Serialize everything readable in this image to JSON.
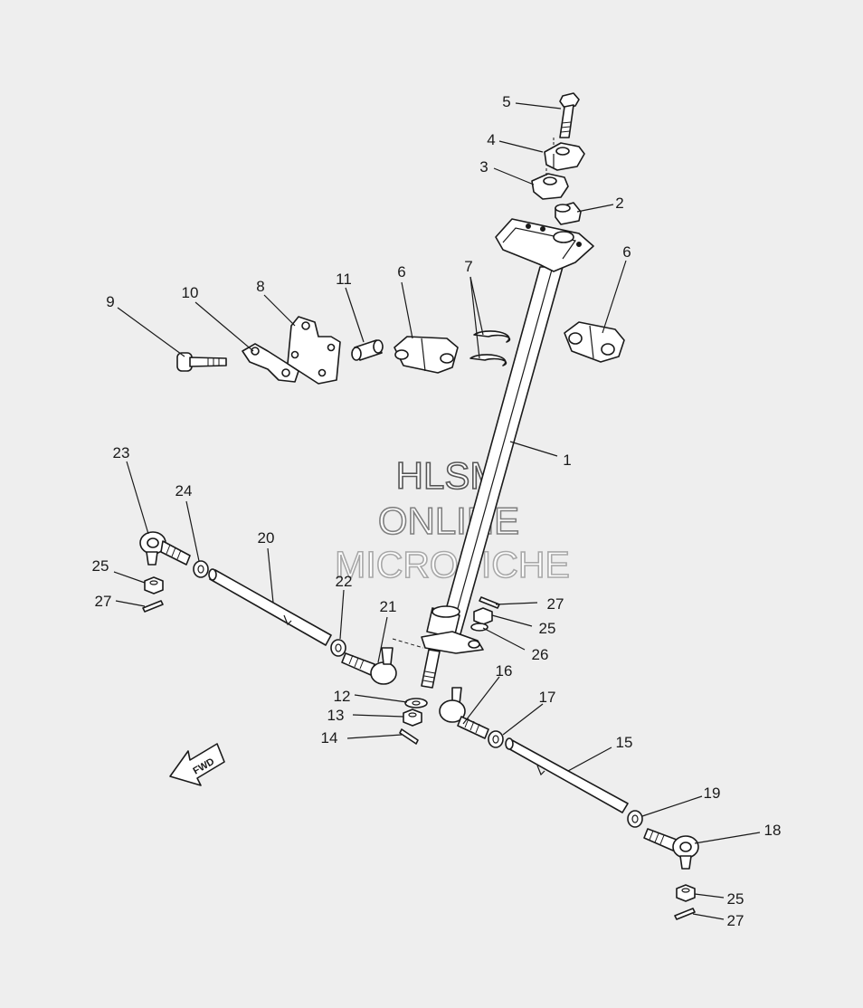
{
  "watermark": {
    "line1": "HLSM",
    "line2": "ONLINE",
    "line3": "MICROFICHE"
  },
  "direction_label": "FWD",
  "callouts": {
    "c1": "1",
    "c2": "2",
    "c3": "3",
    "c4": "4",
    "c5": "5",
    "c6a": "6",
    "c6b": "6",
    "c7": "7",
    "c8": "8",
    "c9": "9",
    "c10": "10",
    "c11": "11",
    "c12": "12",
    "c13": "13",
    "c14": "14",
    "c15": "15",
    "c16": "16",
    "c17": "17",
    "c18": "18",
    "c19": "19",
    "c20": "20",
    "c21": "21",
    "c22": "22",
    "c23": "23",
    "c24": "24",
    "c25a": "25",
    "c25b": "25",
    "c25c": "25",
    "c26": "26",
    "c27a": "27",
    "c27b": "27",
    "c27c": "27"
  }
}
